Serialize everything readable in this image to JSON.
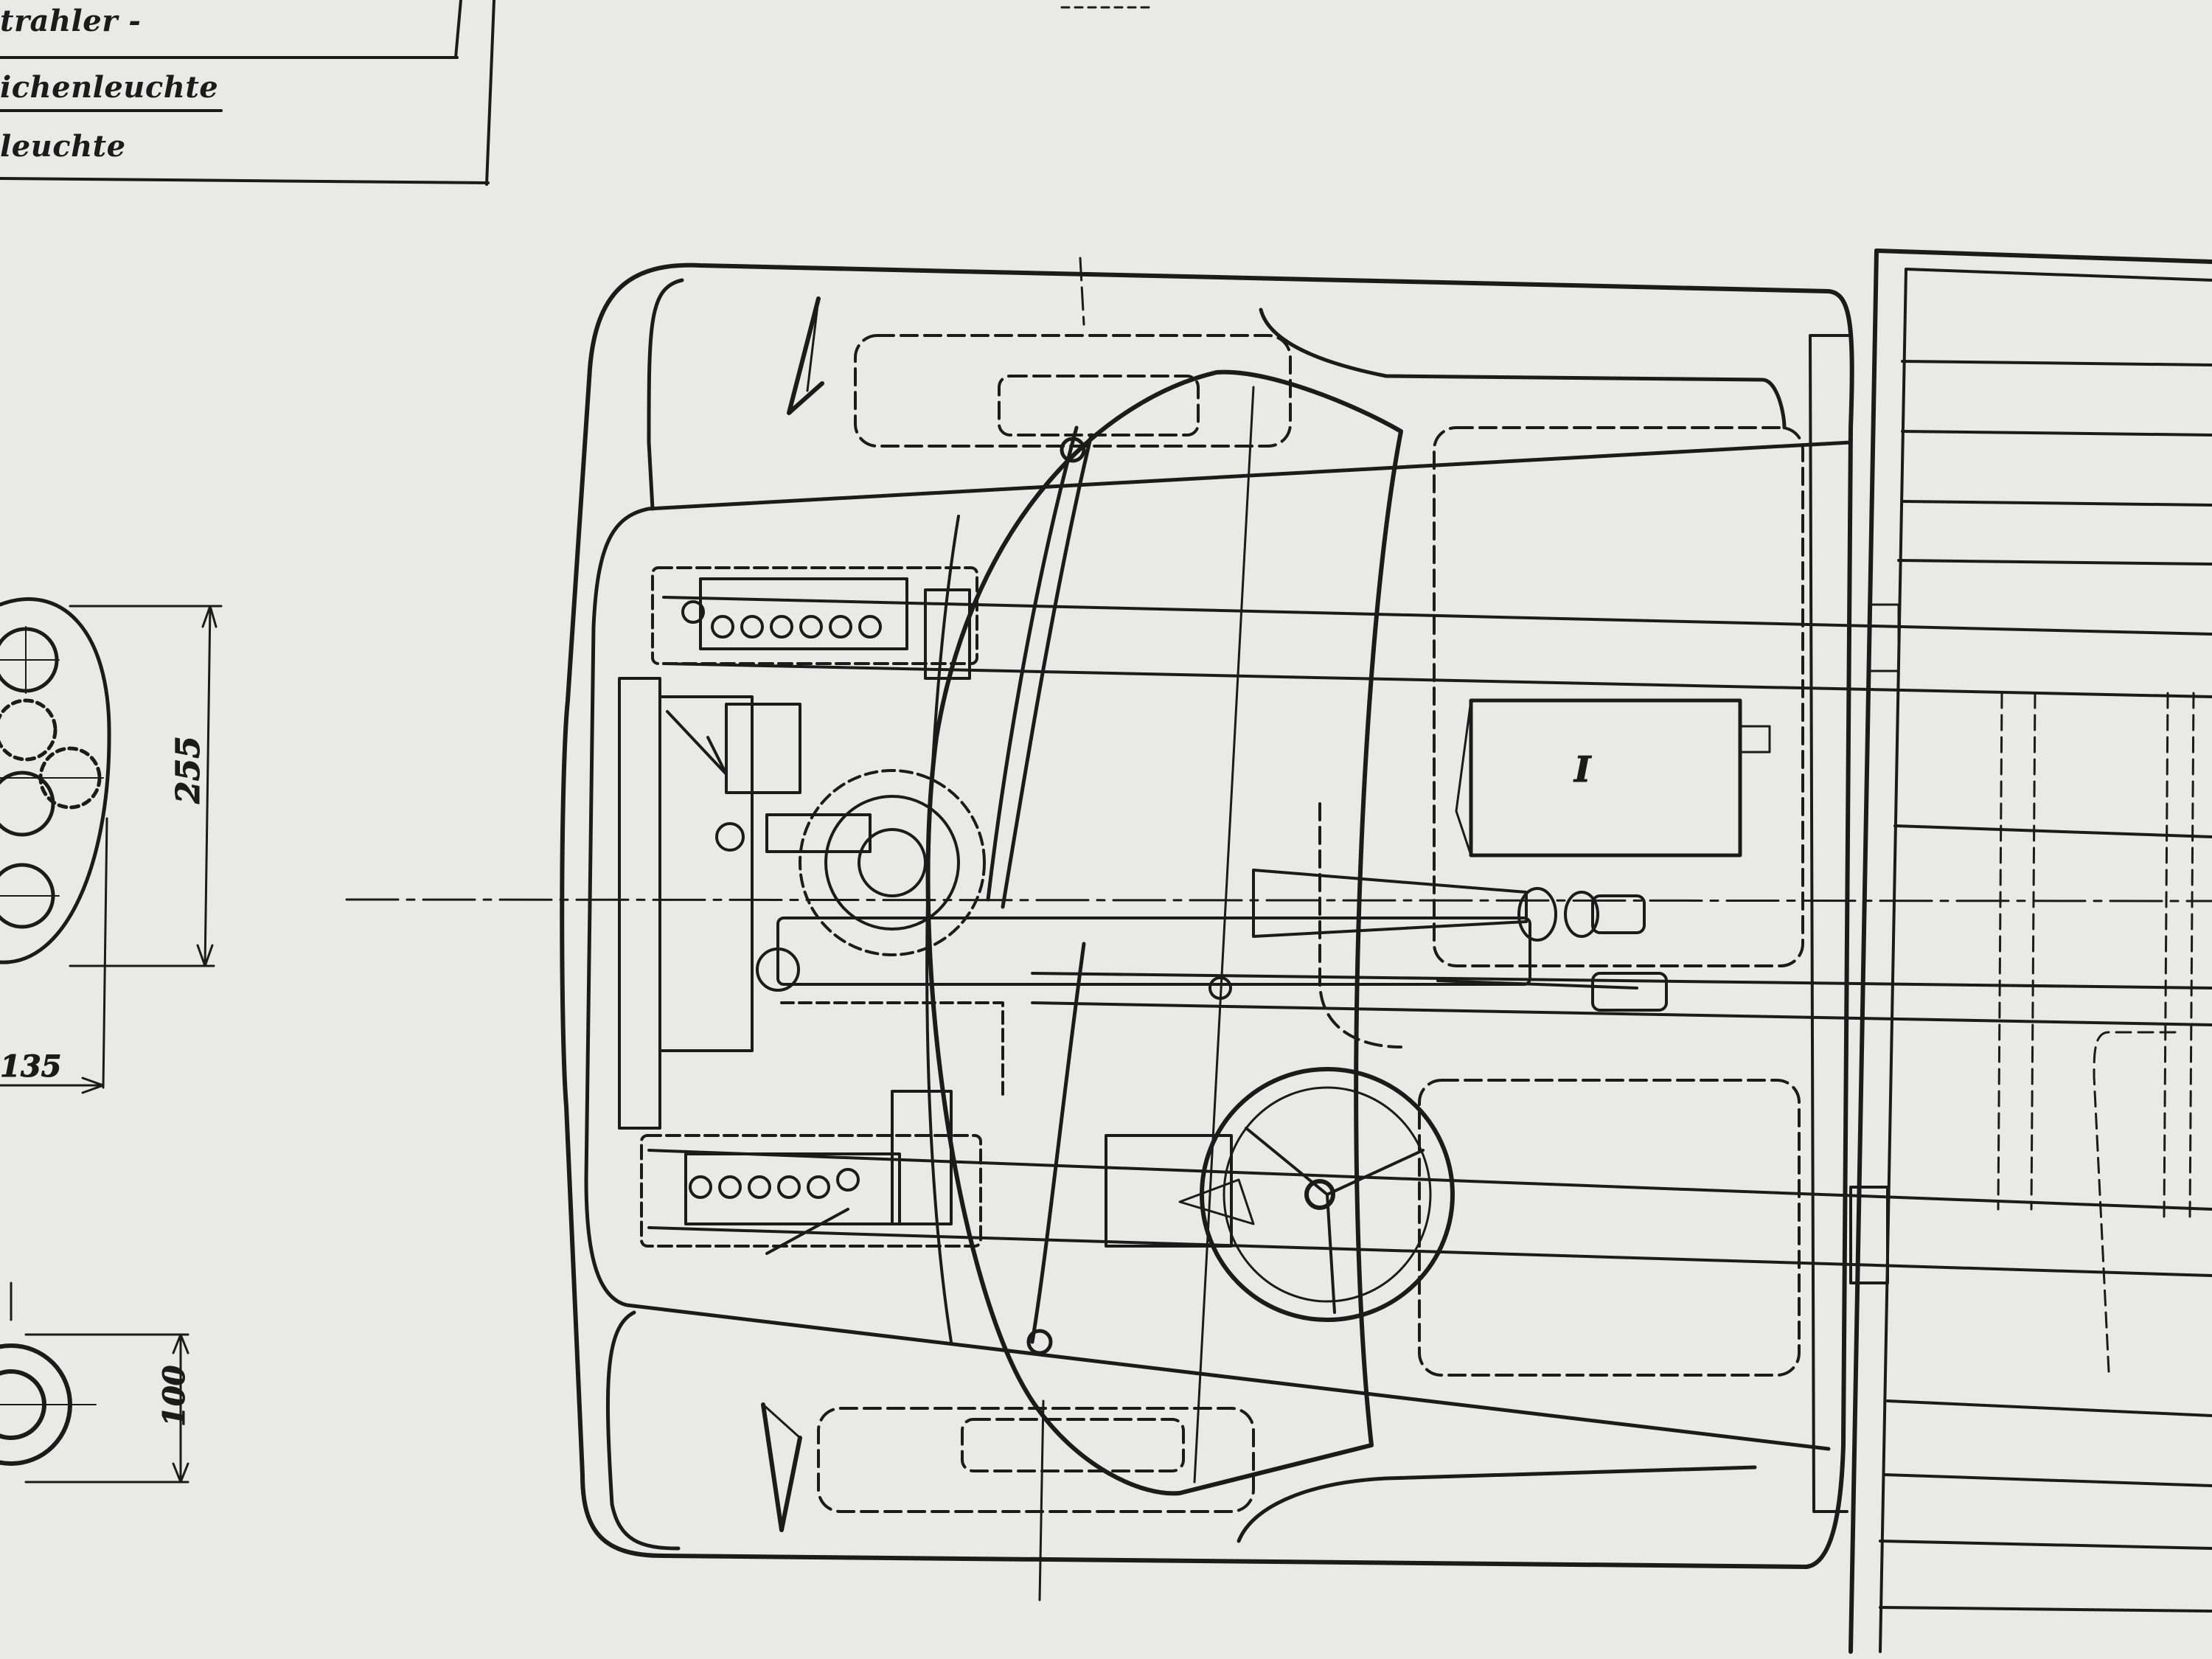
{
  "legend": {
    "item_1": "trahler -",
    "item_2": "ichenleuchte",
    "item_3": "leuchte"
  },
  "dimensions": {
    "height_255": "255",
    "width_135": "135",
    "height_100": "100"
  },
  "component_marker": "I",
  "colors": {
    "paper": "#e9eae6",
    "ink": "#1b1b1b"
  }
}
